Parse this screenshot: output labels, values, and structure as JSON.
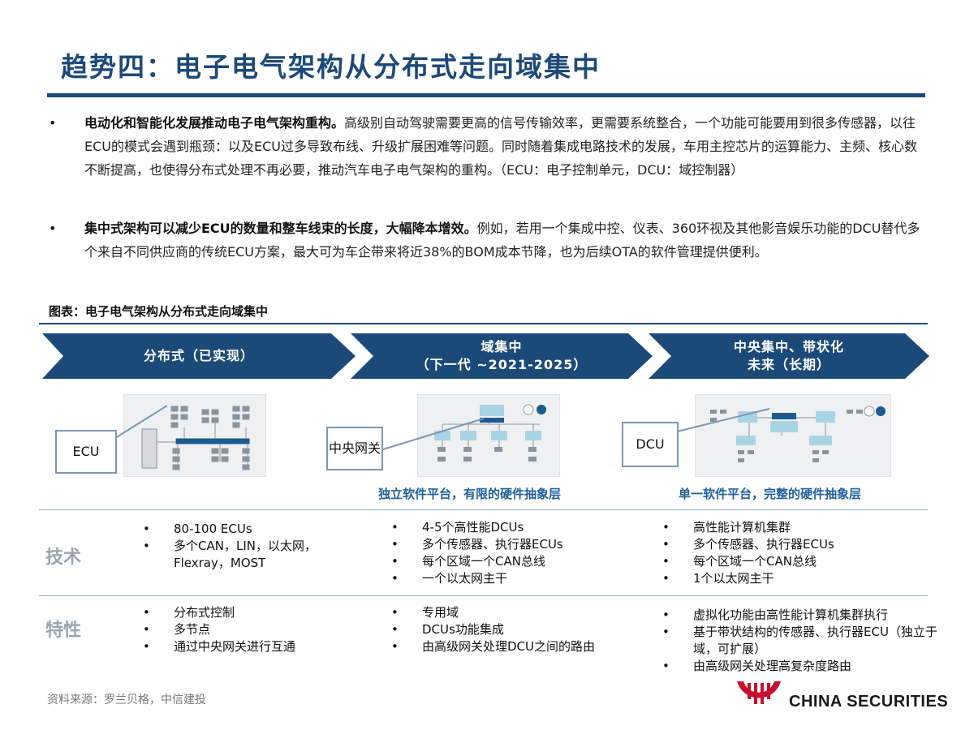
{
  "title": "趋势四：电子电气架构从分布式走向域集中",
  "bullets": [
    {
      "bold": "电动化和智能化发展推动电子电气架构重构。",
      "text": "高级别自动驾驶需要更高的信号传输效率，更需要系统整合，一个功能可能要用到很多传感器，以往ECU的模式会遇到瓶颈：以及ECU过多导致布线、升级扩展困难等问题。同时随着集成电路技术的发展，车用主控芯片的运算能力、主频、核心数不断提高，也使得分布式处理不再必要，推动汽车电子电气架构的重构。（ECU：电子控制单元，DCU：域控制器）"
    },
    {
      "bold": "集中式架构可以减少ECU的数量和整车线束的长度，大幅降本增效。",
      "text": "例如，若用一个集成中控、仪表、360环视及其他影音娱乐功能的DCU替代多个来自不同供应商的传统ECU方案，最大可为车企带来将近38%的BOM成本节降，也为后续OTA的软件管理提供便利。"
    }
  ],
  "figure_label": "图表：电子电气架构从分布式走向域集中",
  "stages": [
    {
      "line1": "分布式（已实现）",
      "line2": ""
    },
    {
      "line1": "域集中",
      "line2": "（下一代 ~2021-2025）"
    },
    {
      "line1": "中央集中、带状化",
      "line2": "未来（长期）"
    }
  ],
  "callouts": [
    "ECU",
    "中央网关",
    "DCU"
  ],
  "sub_captions": [
    "独立软件平台，有限的硬件抽象层",
    "单一软件平台，完整的硬件抽象层"
  ],
  "rows": [
    {
      "label": "技术",
      "cols": [
        [
          "80-100 ECUs",
          "多个CAN，LIN，以太网，Flexray，MOST"
        ],
        [
          "4-5个高性能DCUs",
          "多个传感器、执行器ECUs",
          "每个区域一个CAN总线",
          "一个以太网主干"
        ],
        [
          "高性能计算机集群",
          "多个传感器、执行器ECUs",
          "每个区域一个CAN总线",
          "1个以太网主干"
        ]
      ]
    },
    {
      "label": "特性",
      "cols": [
        [
          "分布式控制",
          "多节点",
          "通过中央网关进行互通"
        ],
        [
          "专用域",
          "DCUs功能集成",
          "由高级网关处理DCU之间的路由"
        ],
        [
          "虚拟化功能由高性能计算机集群执行",
          "基于带状结构的传感器、执行器ECU（独立于域，可扩展）",
          "由高级网关处理高复杂度路由"
        ]
      ]
    }
  ],
  "footer": {
    "source": "资料来源：罗兰贝格，中信建投",
    "brand": "CHINA SECURITIES"
  },
  "colors": {
    "primary": "#1c4a78",
    "accent_blue": "#1f5f9a",
    "node_blue": "#a9d4e4"
  }
}
